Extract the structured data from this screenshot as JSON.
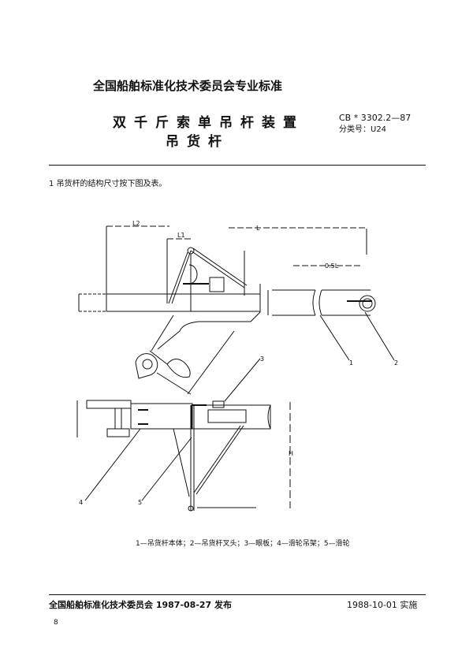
{
  "header": {
    "organization": "全国船舶标准化技术委员会专业标准",
    "title_line1": "双千斤索单吊杆装置",
    "title_line2": "吊货杆",
    "standard_number": "CB * 3302.2—87",
    "classification": "分类号：U24"
  },
  "body": {
    "clause_1": "1  吊货杆的结构尺寸按下图及表。"
  },
  "figure": {
    "dimension_labels": {
      "L": "L",
      "L1": "L1",
      "L2": "L2",
      "half_L": "0.5L",
      "H": "H"
    },
    "part_numbers": [
      "1",
      "2",
      "3",
      "4",
      "5"
    ],
    "caption": "1—吊货杆本体；2—吊货杆叉头；3—眼板；4—滑轮吊架；5—滑轮"
  },
  "footer": {
    "issuer": "全国船舶标准化技术委员会 1987-08-27 发布",
    "effective": "1988-10-01 实施",
    "page_number": "8"
  }
}
